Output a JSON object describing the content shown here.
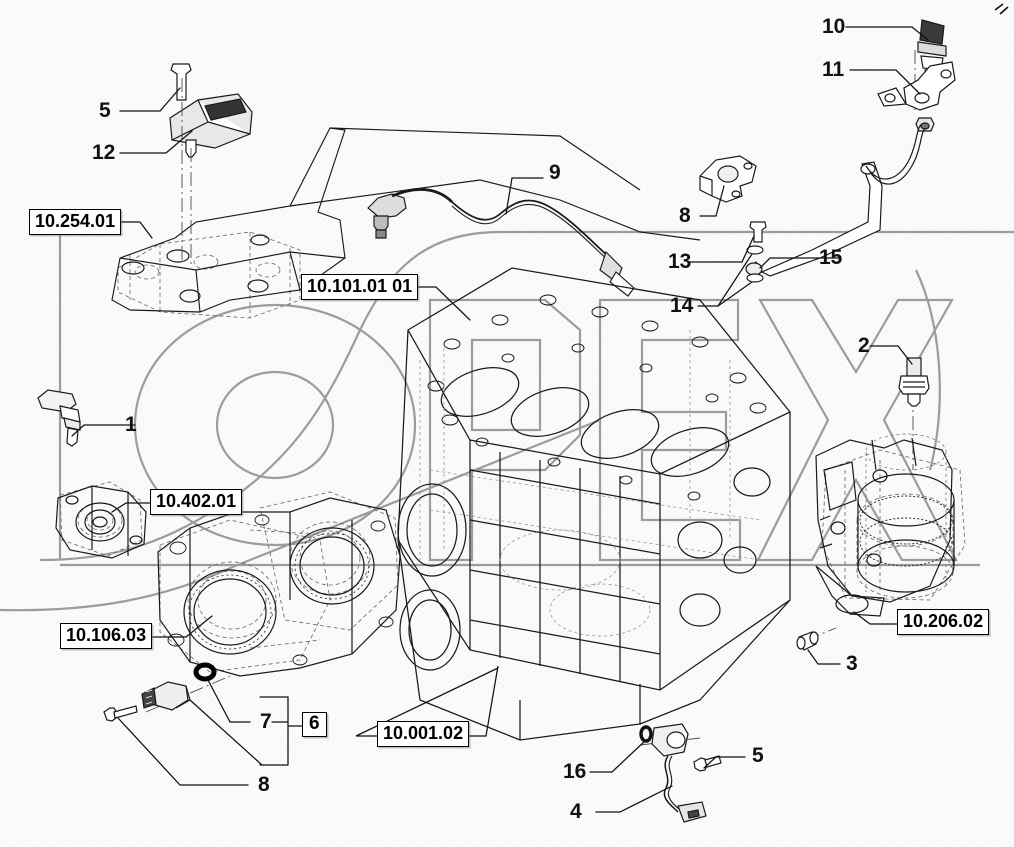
{
  "diagram": {
    "kind": "engine-sensor-exploded-parts-diagram",
    "watermark_text": "oPEX",
    "background_color": "#fbfbfb",
    "line_color": "#1a1a1a",
    "watermark_color": "#9c9c9c"
  },
  "reference_labels": [
    {
      "id": "ref-10-254-01",
      "text": "10.254.01"
    },
    {
      "id": "ref-10-101-01-01",
      "text": "10.101.01 01"
    },
    {
      "id": "ref-10-402-01",
      "text": "10.402.01"
    },
    {
      "id": "ref-10-106-03",
      "text": "10.106.03"
    },
    {
      "id": "ref-10-001-02",
      "text": "10.001.02"
    },
    {
      "id": "ref-10-206-02",
      "text": "10.206.02"
    }
  ],
  "callouts": [
    {
      "id": "callout-5-top",
      "text": "5"
    },
    {
      "id": "callout-12",
      "text": "12"
    },
    {
      "id": "callout-9",
      "text": "9"
    },
    {
      "id": "callout-10",
      "text": "10"
    },
    {
      "id": "callout-11",
      "text": "11"
    },
    {
      "id": "callout-8-top",
      "text": "8"
    },
    {
      "id": "callout-13",
      "text": "13"
    },
    {
      "id": "callout-15",
      "text": "15"
    },
    {
      "id": "callout-14",
      "text": "14"
    },
    {
      "id": "callout-1",
      "text": "1"
    },
    {
      "id": "callout-2",
      "text": "2"
    },
    {
      "id": "callout-3",
      "text": "3"
    },
    {
      "id": "callout-7",
      "text": "7"
    },
    {
      "id": "callout-6",
      "text": "6"
    },
    {
      "id": "callout-8-bottom",
      "text": "8"
    },
    {
      "id": "callout-16",
      "text": "16"
    },
    {
      "id": "callout-5-bottom",
      "text": "5"
    },
    {
      "id": "callout-4",
      "text": "4"
    }
  ]
}
